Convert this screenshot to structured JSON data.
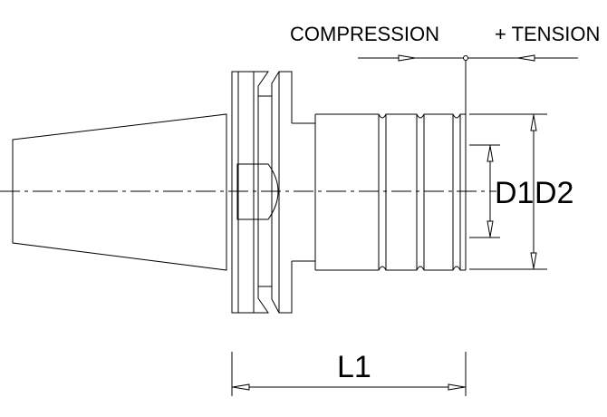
{
  "labels": {
    "compression": "COMPRESSION",
    "tension": "+ TENSION",
    "d1": "D1",
    "d2": "D2",
    "l1": "L1"
  }
}
